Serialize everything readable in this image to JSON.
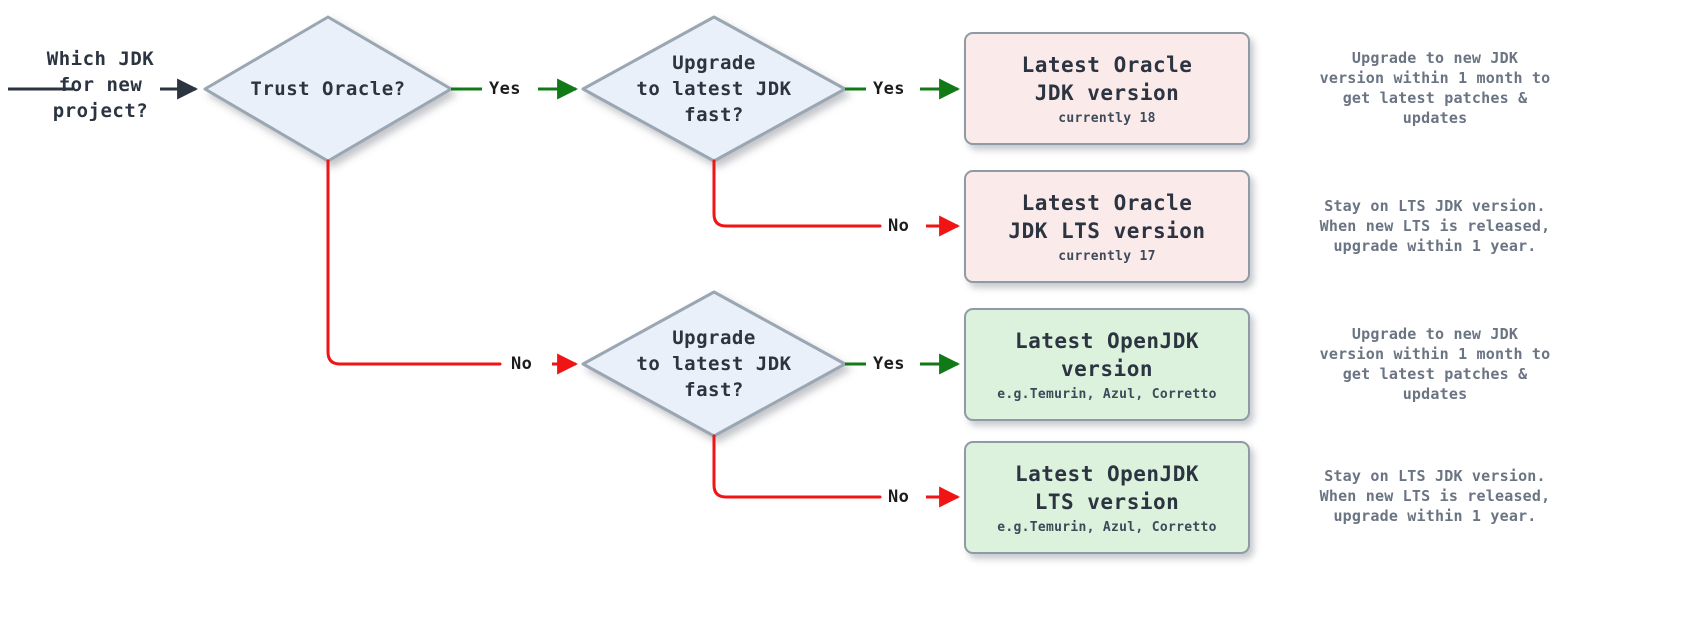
{
  "diagram": {
    "title": "JDK selection decision flowchart",
    "colors": {
      "decision_fill": "#e9f0f9",
      "decision_stroke": "#9aa6b2",
      "oracle_box_fill": "#fbeaea",
      "openjdk_box_fill": "#dcf2dc",
      "box_stroke": "#8e9aa6",
      "yes_edge": "#117a17",
      "no_edge": "#f01414",
      "start_edge": "#2b3440",
      "text": "#2b3440",
      "annotation_text": "#6a7482"
    },
    "start": {
      "label": "Which JDK\nfor new\nproject?"
    },
    "decisions": [
      {
        "id": "trust-oracle",
        "label": "Trust Oracle?"
      },
      {
        "id": "upgrade-fast-oracle",
        "label": "Upgrade\nto latest JDK\nfast?"
      },
      {
        "id": "upgrade-fast-openjdk",
        "label": "Upgrade\nto latest JDK\nfast?"
      }
    ],
    "edge_labels": {
      "trust_yes": "Yes",
      "trust_no": "No",
      "oracle_fast_yes": "Yes",
      "oracle_fast_no": "No",
      "openjdk_fast_yes": "Yes",
      "openjdk_fast_no": "No"
    },
    "results": [
      {
        "id": "latest-oracle-jdk",
        "title": "Latest Oracle\nJDK version",
        "subtitle": "currently 18",
        "style": "pink"
      },
      {
        "id": "latest-oracle-jdk-lts",
        "title": "Latest Oracle\nJDK LTS version",
        "subtitle": "currently 17",
        "style": "pink"
      },
      {
        "id": "latest-openjdk",
        "title": "Latest OpenJDK\nversion",
        "subtitle": "e.g.Temurin, Azul, Corretto",
        "style": "green"
      },
      {
        "id": "latest-openjdk-lts",
        "title": "Latest OpenJDK\nLTS version",
        "subtitle": "e.g.Temurin, Azul, Corretto",
        "style": "green"
      }
    ],
    "annotations": [
      {
        "id": "annot-latest-oracle",
        "text": "Upgrade to new JDK\nversion within 1 month to\nget latest patches &\nupdates"
      },
      {
        "id": "annot-oracle-lts",
        "text": "Stay on LTS JDK version.\nWhen new LTS is released,\nupgrade within 1 year."
      },
      {
        "id": "annot-latest-openjdk",
        "text": "Upgrade to new JDK\nversion within 1 month to\nget latest patches &\nupdates"
      },
      {
        "id": "annot-openjdk-lts",
        "text": "Stay on LTS JDK version.\nWhen new LTS is released,\nupgrade within 1 year."
      }
    ]
  }
}
